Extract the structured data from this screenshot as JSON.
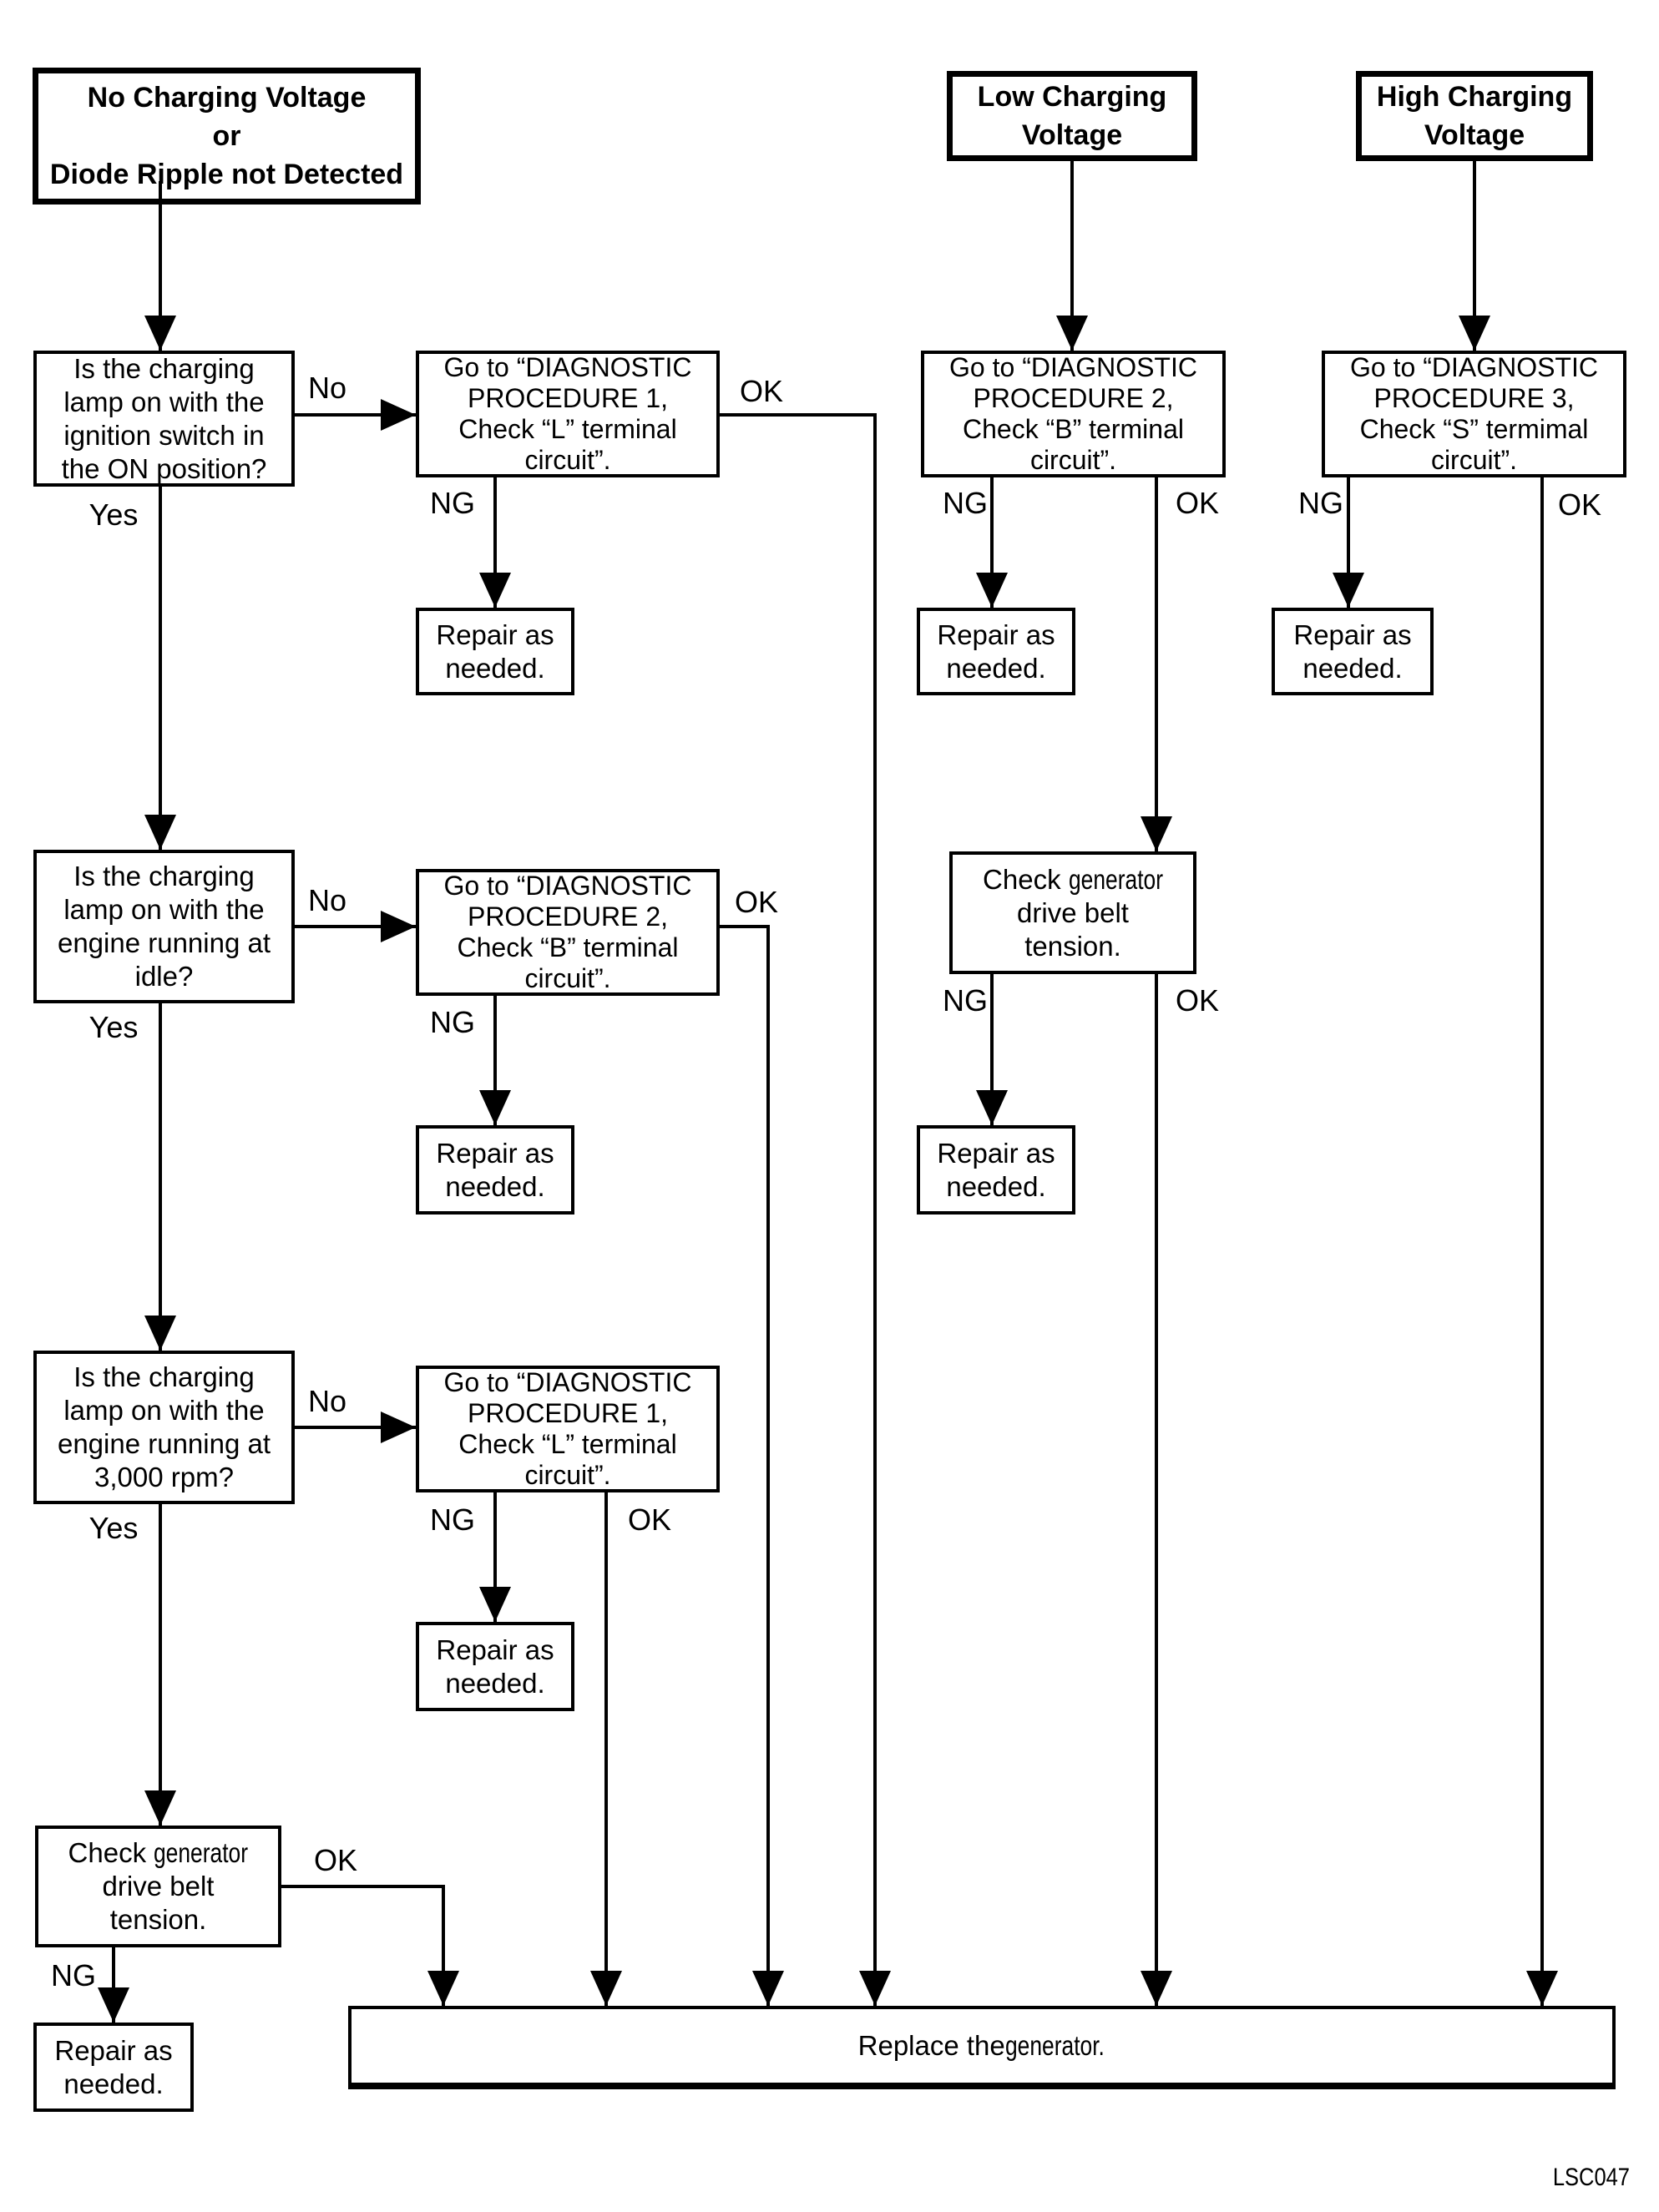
{
  "flowchart": {
    "headers": {
      "no_charging": {
        "lines": [
          "No Charging Voltage",
          "or",
          "Diode Ripple not Detected"
        ]
      },
      "low_charging": {
        "lines": [
          "Low Charging",
          "Voltage"
        ]
      },
      "high_charging": {
        "lines": [
          "High Charging",
          "Voltage"
        ]
      }
    },
    "decisions": {
      "lamp_ignition_on": {
        "lines": [
          "Is the charging",
          "lamp on with the",
          "ignition switch in",
          "the ON position?"
        ]
      },
      "lamp_engine_idle": {
        "lines": [
          "Is the charging",
          "lamp on with the",
          "engine running at",
          "idle?"
        ]
      },
      "lamp_engine_3000": {
        "lines": [
          "Is the charging",
          "lamp on with the",
          "engine running at",
          "3,000 rpm?"
        ]
      }
    },
    "procedures": {
      "proc1_L": {
        "lines": [
          "Go to “DIAGNOSTIC",
          "PROCEDURE 1,",
          "Check “L” terminal",
          "circuit”."
        ]
      },
      "proc2_B": {
        "lines": [
          "Go to “DIAGNOSTIC",
          "PROCEDURE 2,",
          "Check “B” terminal",
          "circuit”."
        ]
      },
      "proc3_S": {
        "lines": [
          "Go to “DIAGNOSTIC",
          "PROCEDURE 3,",
          "Check “S” termimal",
          "circuit”."
        ]
      }
    },
    "check_belt": {
      "line1_pre": "Check ",
      "line1_narrow": "generator",
      "line2": "drive belt",
      "line3": "tension."
    },
    "repair": {
      "lines": [
        "Repair as",
        "needed."
      ]
    },
    "labels": {
      "yes": "Yes",
      "no": "No",
      "ng": "NG",
      "ok": "OK"
    },
    "replace_bar": {
      "pre": "Replace the ",
      "narrow": "generator."
    },
    "figure_code": "LSC047"
  }
}
